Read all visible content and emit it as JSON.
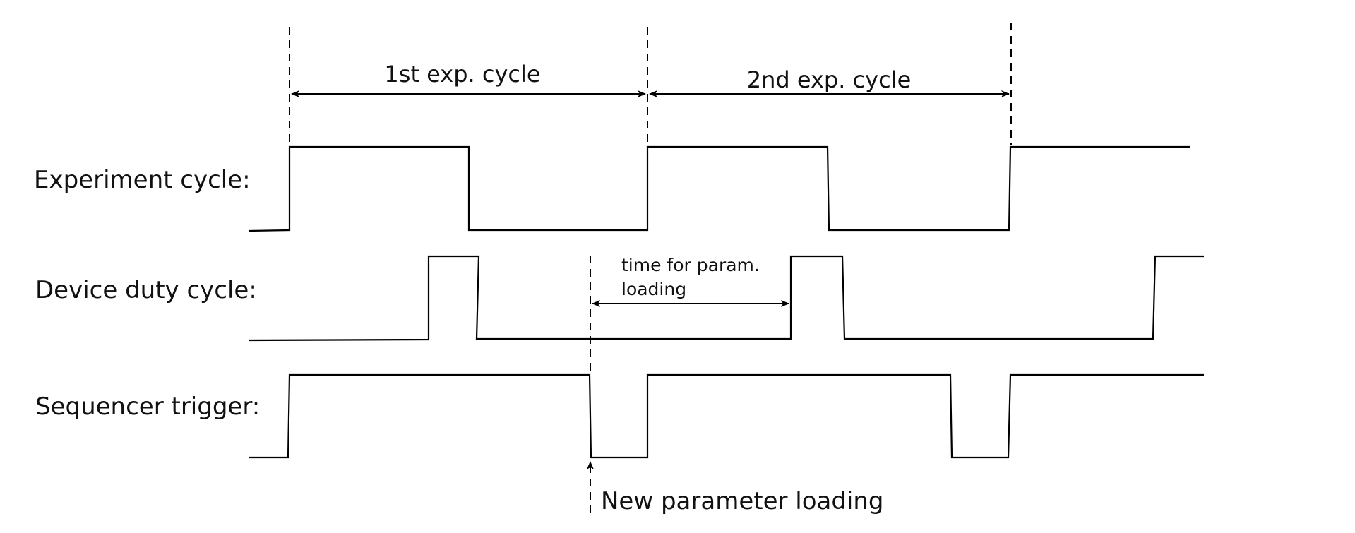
{
  "labels": {
    "signals": {
      "experiment_cycle": "Experiment cycle:",
      "device_duty_cycle": "Device duty cycle:",
      "sequencer_trigger": "Sequencer trigger:"
    },
    "cycles": {
      "first": "1st exp. cycle",
      "second": "2nd exp. cycle"
    },
    "param_loading": {
      "line1": "time for param.",
      "line2": "loading"
    },
    "new_parameter_loading": "New parameter loading"
  },
  "colors": {
    "line": "#000000",
    "text": "#111111",
    "background": "#ffffff"
  }
}
